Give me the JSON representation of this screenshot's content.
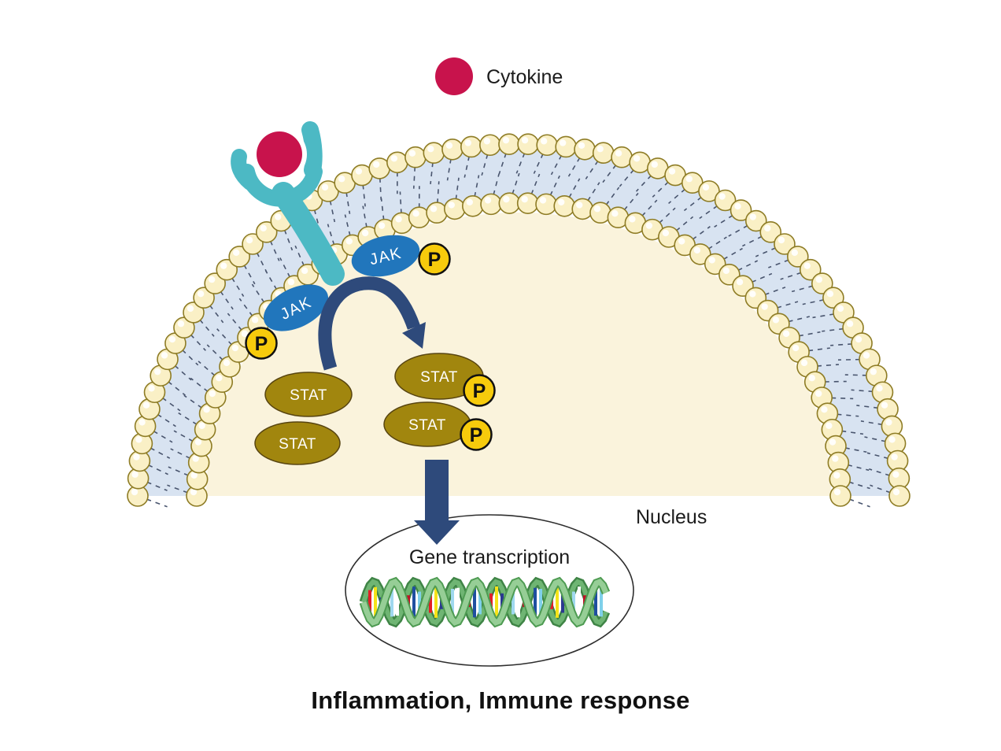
{
  "legend": {
    "cytokine_label": "Cytokine"
  },
  "proteins": {
    "jak_upper_label": "JAK",
    "jak_lower_label": "JAK",
    "phosphate_label": "P",
    "stat_free_top_label": "STAT",
    "stat_free_bottom_label": "STAT",
    "stat_phospho_top_label": "STAT",
    "stat_phospho_bottom_label": "STAT"
  },
  "nucleus": {
    "label": "Nucleus",
    "gene_transcription_label": "Gene transcription"
  },
  "caption": "Inflammation, Immune response",
  "colors": {
    "background": "#FFFFFF",
    "cell_interior": "#FAF3DC",
    "membrane_band": "#D8E3F1",
    "lipid_head_fill": "#FAF0C6",
    "lipid_head_outline": "#8E7C25",
    "lipid_tail": "#49556E",
    "receptor": "#4CB9C4",
    "cytokine": "#C8134C",
    "jak": "#2176BC",
    "phosphate_fill": "#F7CB0C",
    "phosphate_outline": "#111111",
    "stat_fill": "#A1860E",
    "stat_outline": "#574410",
    "arrow": "#2E4A7B",
    "nucleus_outline": "#2E2E2E",
    "nucleus_fill": "#FFFFFF",
    "text": "#1B1B1B",
    "dna_strand_light": "#96CE96",
    "dna_strand_dark": "#4E9B52",
    "dna_back_strand_light": "#6FB573",
    "dna_back_strand_dark": "#3F8446"
  },
  "dna_rung_palette": [
    "#E31E26",
    "#F5E318",
    "#2B3990",
    "#9FD8EF",
    "#FFFFFF",
    "#C01025",
    "#1F4FA0",
    "#7FD0EA"
  ]
}
